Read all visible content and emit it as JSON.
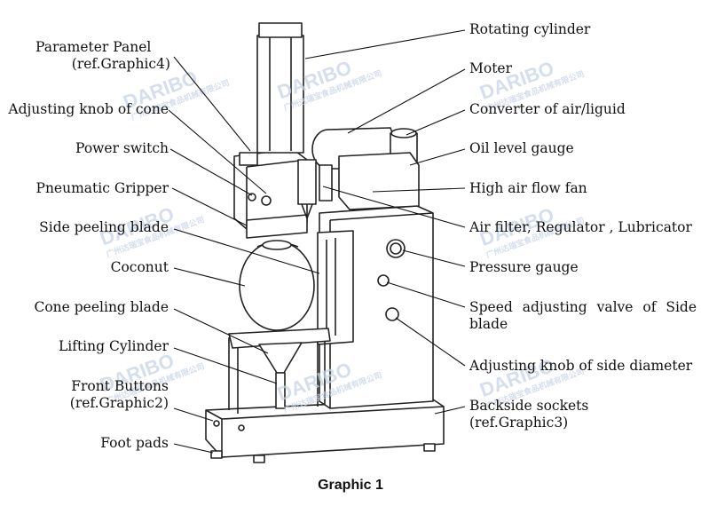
{
  "figure": {
    "caption": "Graphic 1",
    "watermark": {
      "brand": "DARIBO",
      "company": "广州达瑞宝食品机械有限公司"
    },
    "left_labels": [
      {
        "id": "parameter-panel",
        "lines": [
          "Parameter Panel",
          "(ref.Graphic4)"
        ]
      },
      {
        "id": "adjusting-knob-cone",
        "lines": [
          "Adjusting knob of cone"
        ]
      },
      {
        "id": "power-switch",
        "lines": [
          "Power switch"
        ]
      },
      {
        "id": "pneumatic-gripper",
        "lines": [
          "Pneumatic Gripper"
        ]
      },
      {
        "id": "side-peeling-blade",
        "lines": [
          "Side peeling blade"
        ]
      },
      {
        "id": "coconut",
        "lines": [
          "Coconut"
        ]
      },
      {
        "id": "cone-peeling-blade",
        "lines": [
          "Cone peeling blade"
        ]
      },
      {
        "id": "lifting-cylinder",
        "lines": [
          "Lifting Cylinder"
        ]
      },
      {
        "id": "front-buttons",
        "lines": [
          "Front Buttons",
          "(ref.Graphic2)"
        ]
      },
      {
        "id": "foot-pads",
        "lines": [
          "Foot pads"
        ]
      }
    ],
    "right_labels": [
      {
        "id": "rotating-cylinder",
        "lines": [
          "Rotating cylinder"
        ]
      },
      {
        "id": "moter",
        "lines": [
          "Moter"
        ]
      },
      {
        "id": "converter-air-liquid",
        "lines": [
          "Converter of air/liguid"
        ]
      },
      {
        "id": "oil-level-gauge",
        "lines": [
          "Oil level gauge"
        ]
      },
      {
        "id": "high-air-flow-fan",
        "lines": [
          "High air flow fan"
        ]
      },
      {
        "id": "air-filter",
        "lines": [
          "Air filter, Regulator , Lubricator"
        ]
      },
      {
        "id": "pressure-gauge",
        "lines": [
          "Pressure gauge"
        ]
      },
      {
        "id": "speed-valve",
        "lines": [
          "Speed adjusting valve of Side",
          "blade"
        ]
      },
      {
        "id": "adjusting-knob-side",
        "lines": [
          "Adjusting knob of side diameter"
        ]
      },
      {
        "id": "backside-sockets",
        "lines": [
          "Backside sockets",
          "(ref.Graphic3)"
        ]
      }
    ]
  }
}
